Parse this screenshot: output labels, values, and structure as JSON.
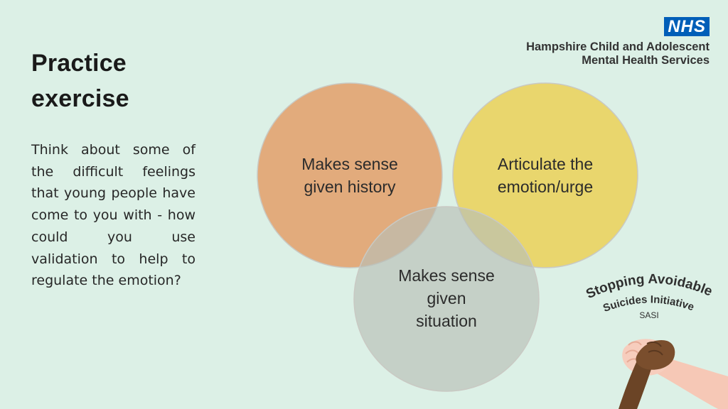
{
  "slide": {
    "title_line1": "Practice",
    "title_line2": "exercise",
    "body": "Think about some of the difficult feelings that young people have come to you with - how could you use validation to help to regulate the emotion?"
  },
  "header": {
    "nhs_logo_text": "NHS",
    "org_line1": "Hampshire Child and Adolescent",
    "org_line2": "Mental Health Services"
  },
  "diagram": {
    "circles": [
      {
        "id": "history",
        "label_line1": "Makes sense",
        "label_line2": "given history",
        "color": "#e2a16d"
      },
      {
        "id": "articulate",
        "label_line1": "Articulate the",
        "label_line2": "emotion/urge",
        "color": "#ebd15c"
      },
      {
        "id": "situation",
        "label_line1": "Makes sense",
        "label_line2": "given",
        "label_line3": "situation",
        "color": "#b9bfb7"
      }
    ]
  },
  "sasi": {
    "line1": "Stopping Avoidable",
    "line2": "Suicides Initiative",
    "abbr": "SASI"
  },
  "colors": {
    "background": "#dcf0e6",
    "nhs_blue": "#005eb8",
    "circle_outline": "#c9c9c3"
  }
}
